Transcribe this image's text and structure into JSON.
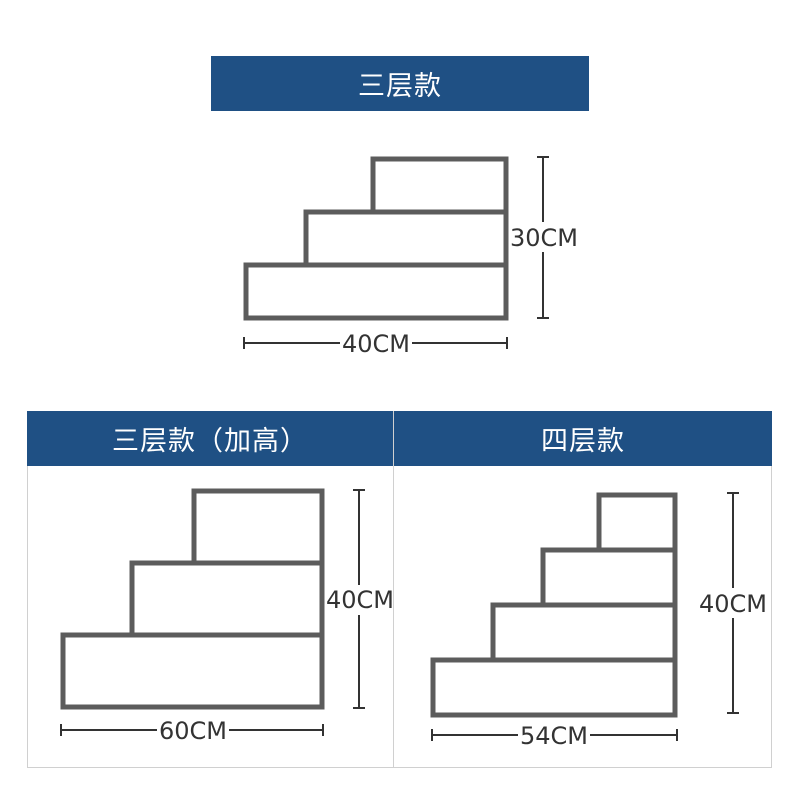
{
  "top_section": {
    "title": "三层款",
    "height_label": "30CM",
    "width_label": "40CM"
  },
  "left_panel": {
    "title": "三层款（加高）",
    "height_label": "40CM",
    "width_label": "60CM"
  },
  "right_panel": {
    "title": "四层款",
    "height_label": "40CM",
    "width_label": "54CM"
  },
  "colors": {
    "banner": "#1f5084",
    "outline": "#5c5c5c"
  }
}
